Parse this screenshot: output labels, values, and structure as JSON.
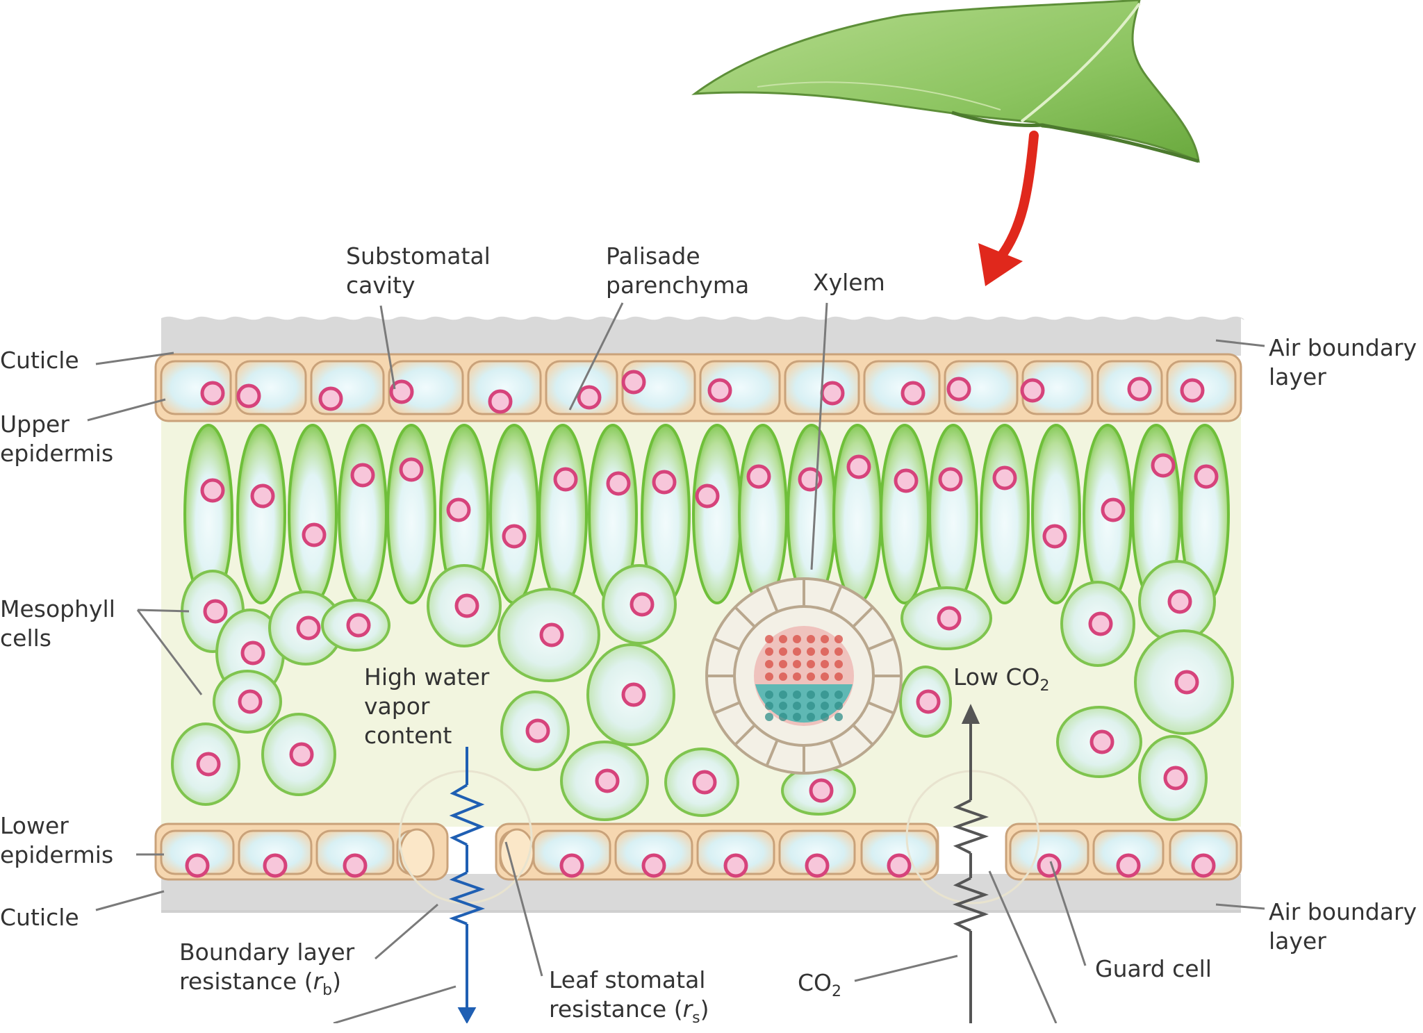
{
  "labels": {
    "substomatal_cavity": [
      "Substomatal",
      "cavity"
    ],
    "palisade_parenchyma": [
      "Palisade",
      "parenchyma"
    ],
    "xylem": "Xylem",
    "cuticle_top": "Cuticle",
    "upper_epidermis": [
      "Upper",
      "epidermis"
    ],
    "mesophyll_cells": [
      "Mesophyll",
      "cells"
    ],
    "high_water_vapor": [
      "High water",
      "vapor",
      "content"
    ],
    "low_co2": {
      "text": "Low CO",
      "sub": "2"
    },
    "lower_epidermis": [
      "Lower",
      "epidermis"
    ],
    "cuticle_bottom": "Cuticle",
    "air_boundary_top": [
      "Air boundary",
      "layer"
    ],
    "air_boundary_bottom": [
      "Air boundary",
      "layer"
    ],
    "boundary_layer_resistance": {
      "line1": "Boundary layer",
      "line2": "resistance (",
      "symbol": "r",
      "sub": "b",
      "close": ")"
    },
    "leaf_stomatal_resistance": {
      "line1": "Leaf stomatal",
      "line2": "resistance (",
      "symbol": "r",
      "sub": "s",
      "close": ")"
    },
    "co2": {
      "text": "CO",
      "sub": "2"
    },
    "guard_cell": "Guard cell"
  },
  "colors": {
    "leaf_fill": "#8cc460",
    "palisade_green": "#6fbf3a",
    "cell_interior": "#e4f5f7",
    "nucleus": "#d6437b",
    "epidermis_fill": "#f6d7b0",
    "epidermis_stroke": "#c9a27a",
    "mesophyll_bg": "#f2f5df",
    "boundary_layer": "#d9d9d9",
    "red_arrow": "#e0281c",
    "water_path": "#1f5fb3",
    "co2_path": "#555555"
  }
}
